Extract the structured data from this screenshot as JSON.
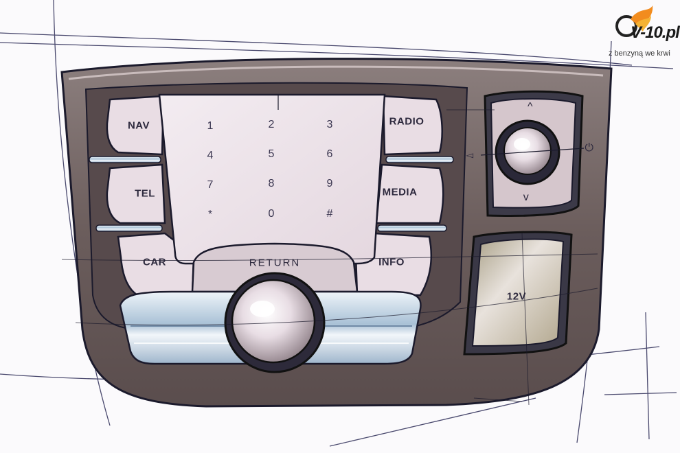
{
  "left_buttons": [
    {
      "id": "nav",
      "label": "NAV"
    },
    {
      "id": "tel",
      "label": "TEL"
    },
    {
      "id": "car",
      "label": "CAR"
    }
  ],
  "right_buttons": [
    {
      "id": "radio",
      "label": "RADIO"
    },
    {
      "id": "media",
      "label": "MEDIA"
    },
    {
      "id": "info",
      "label": "INFO"
    }
  ],
  "keypad": [
    "1",
    "2",
    "3",
    "4",
    "5",
    "6",
    "7",
    "8",
    "9",
    "*",
    "0",
    "#"
  ],
  "return_label": "RETURN",
  "power_outlet_label": "12V",
  "joystick_symbols": {
    "up": "^",
    "down": "v",
    "left": "◅",
    "power": "⏻"
  },
  "logo": {
    "name": "V-10.pl",
    "tagline": "z benzyną we krwi"
  },
  "colors": {
    "bezel": "#6e5f5d",
    "screen": "#ece3ea",
    "chrome": "#bcd0e0",
    "outline": "#15152a"
  }
}
